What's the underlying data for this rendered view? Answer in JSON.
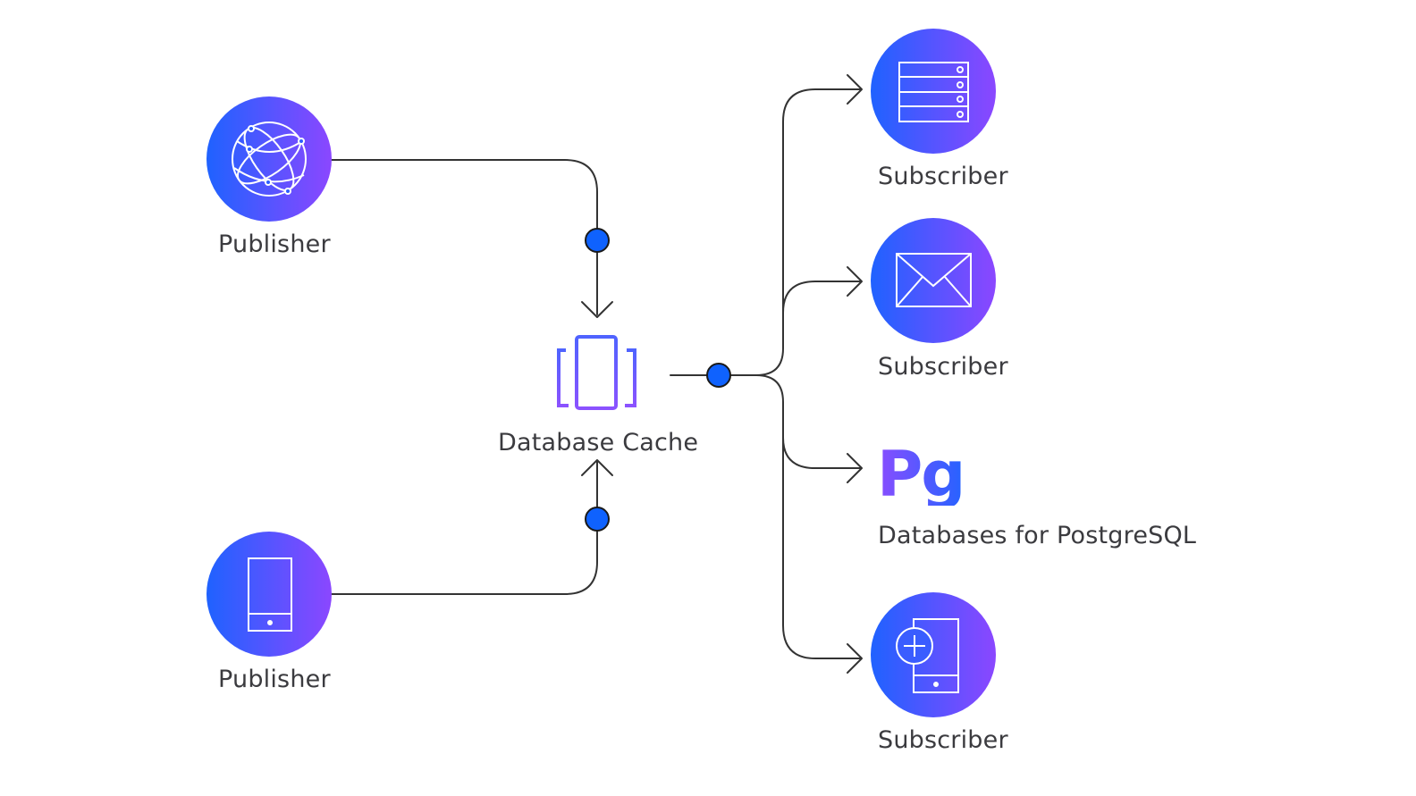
{
  "nodes": {
    "publisher_top": {
      "label": "Publisher",
      "icon": "globe-icon"
    },
    "publisher_bottom": {
      "label": "Publisher",
      "icon": "mobile-device-icon"
    },
    "database_cache": {
      "label": "Database Cache",
      "icon": "database-cache-icon"
    },
    "subscriber_1": {
      "label": "Subscriber",
      "icon": "server-rack-icon"
    },
    "subscriber_2": {
      "label": "Subscriber",
      "icon": "envelope-icon"
    },
    "postgres": {
      "label": "Databases for PostgreSQL",
      "logo_text": "Pg"
    },
    "subscriber_3": {
      "label": "Subscriber",
      "icon": "mobile-add-icon"
    }
  },
  "colors": {
    "gradient_start": "#1f62ff",
    "gradient_end": "#8b47ff",
    "connector": "#333333",
    "junction": "#0f62fe",
    "label": "#3b3b3f"
  }
}
